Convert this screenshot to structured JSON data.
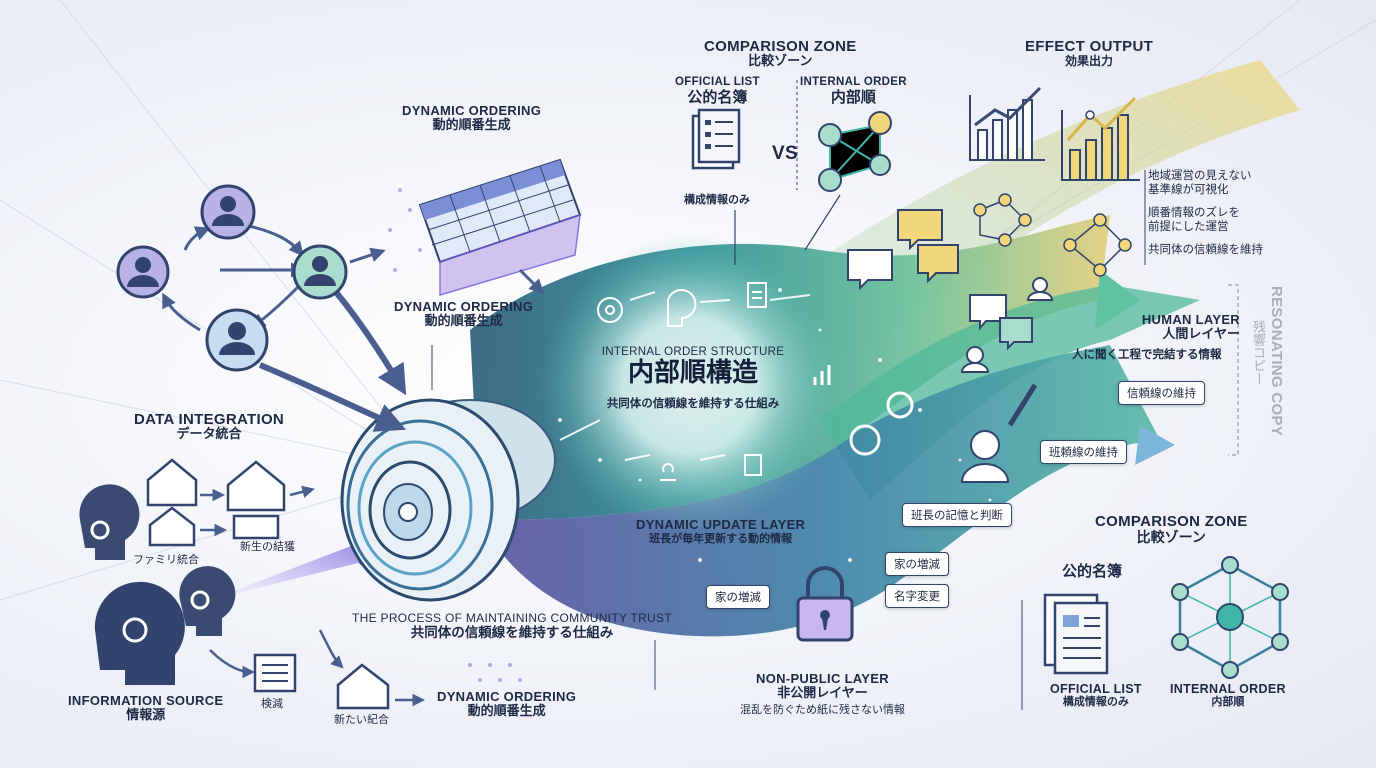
{
  "information_source": {
    "en": "INFORMATION SOURCE",
    "jp": "情報源"
  },
  "data_integration": {
    "en": "DATA INTEGRATION",
    "jp": "データ統合"
  },
  "small_labels": {
    "family": "ファミリ統合",
    "new_birth": "新生の結獲",
    "kengen": "検減",
    "new_union": "新たい紀合"
  },
  "dynamic_ordering": {
    "en": "DYNAMIC ORDERING",
    "jp": "動的順番生成"
  },
  "process": {
    "en": "THE PROCESS OF MAINTAINING COMMUNITY TRUST",
    "jp": "共同体の信頼線を維持する仕組み"
  },
  "core": {
    "en": "INTERNAL ORDER STRUCTURE",
    "jp": "内部順構造",
    "sub": "共同体の信頼線を維持する仕組み"
  },
  "comparison_top": {
    "en": "COMPARISON ZONE",
    "jp": "比較ゾーン",
    "left_en": "OFFICIAL LIST",
    "left_jp": "公的名簿",
    "vs": "VS",
    "right_en": "INTERNAL ORDER",
    "right_jp": "内部順",
    "note": "構成情報のみ"
  },
  "effect_output": {
    "en": "EFFECT OUTPUT",
    "jp": "効果出力",
    "items": [
      "地域運営の見えない\n基準線が可視化",
      "順番情報のズレを\n前提にした運営",
      "共同体の信頼線を維持"
    ]
  },
  "human_layer": {
    "en": "HUMAN LAYER",
    "jp": "人間レイヤー",
    "desc": "人に聞く工程で完結する情報"
  },
  "resonating": {
    "en": "RESONATING COPY",
    "jp": "残響コピー"
  },
  "badges": {
    "trust_line": "信頼線の維持",
    "group_trust": "班頼線の維持",
    "leader_memory": "班長の記憶と判断",
    "house_change_1": "家の増減",
    "house_change_2": "家の増減",
    "name_change": "名字変更"
  },
  "dynamic_update": {
    "en": "DYNAMIC UPDATE LAYER",
    "jp": "班長が毎年更新する動的情報"
  },
  "non_public": {
    "en": "NON-PUBLIC LAYER",
    "jp": "非公開レイヤー",
    "desc": "混乱を防ぐため紙に残さない情報"
  },
  "comparison_bottom": {
    "en": "COMPARISON ZONE",
    "jp": "比較ゾーン",
    "left_jp": "公的名簿",
    "left_en": "OFFICIAL LIST",
    "left_note": "構成情報のみ",
    "right_en": "INTERNAL ORDER",
    "right_jp": "内部順"
  },
  "colors": {
    "navy": "#32446e",
    "teal": "#3fb6a8",
    "gold": "#d9b44a",
    "purple": "#8c78d6",
    "lavender": "#b8b2e6"
  }
}
